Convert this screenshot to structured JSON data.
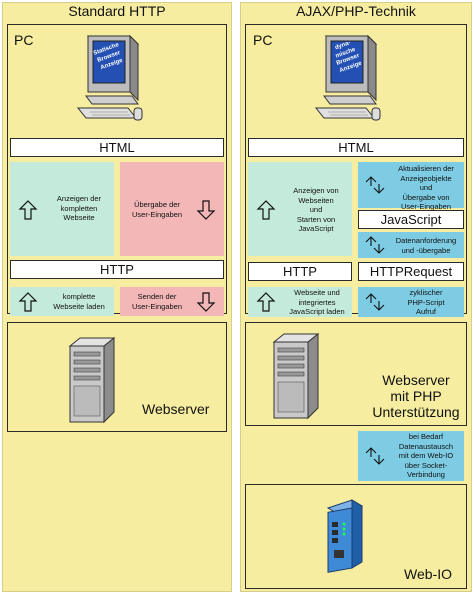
{
  "left_column": {
    "title": "Standard HTTP",
    "pc_label": "PC",
    "monitor_screen_text": [
      "Statische",
      "Browser",
      "Anzeige"
    ],
    "html_label": "HTML",
    "box_show_text": [
      "Anzeigen der",
      "kompletten",
      "Webseite"
    ],
    "box_input_text": [
      "Übergabe der",
      "User-Eingaben"
    ],
    "http_label": "HTTP",
    "box_load_text": [
      "komplette",
      "Webseite laden"
    ],
    "box_send_text": [
      "Senden der",
      "User-Eingaben"
    ],
    "server_label": "Webserver"
  },
  "right_column": {
    "title": "AJAX/PHP-Technik",
    "pc_label": "PC",
    "monitor_screen_text": [
      "dyna-",
      "mische",
      "Browser",
      "Anzeige"
    ],
    "html_label": "HTML",
    "box_show_text": [
      "Anzeigen von",
      "Webseiten",
      "und",
      "Starten von",
      "JavaScript"
    ],
    "box_update_text": [
      "Aktualisieren der",
      "Anzeigeobjekte",
      "und",
      "Übergabe von",
      "User-Eingaben"
    ],
    "javascript_label": "JavaScript",
    "box_data_text": [
      "Datenanforderung",
      "und -übergabe"
    ],
    "http_label": "HTTP",
    "httprequest_label": "HTTPRequest",
    "box_load_text": [
      "Webseite und",
      "integriertes",
      "JavaScript laden"
    ],
    "box_cyclic_text": [
      "zyklischer",
      "PHP-Script",
      "Aufruf"
    ],
    "server_label": [
      "Webserver",
      "mit PHP",
      "Unterstützung"
    ],
    "box_webio_text": [
      "bei Bedarf",
      "Datenaustausch",
      "mit dem Web-IO",
      "über Socket-",
      "Verbindung"
    ],
    "webio_label": "Web-IO"
  },
  "colors": {
    "background": "#f7eda1",
    "green": "#c4eadb",
    "pink": "#f3b7b7",
    "blue": "#7dcce3"
  }
}
